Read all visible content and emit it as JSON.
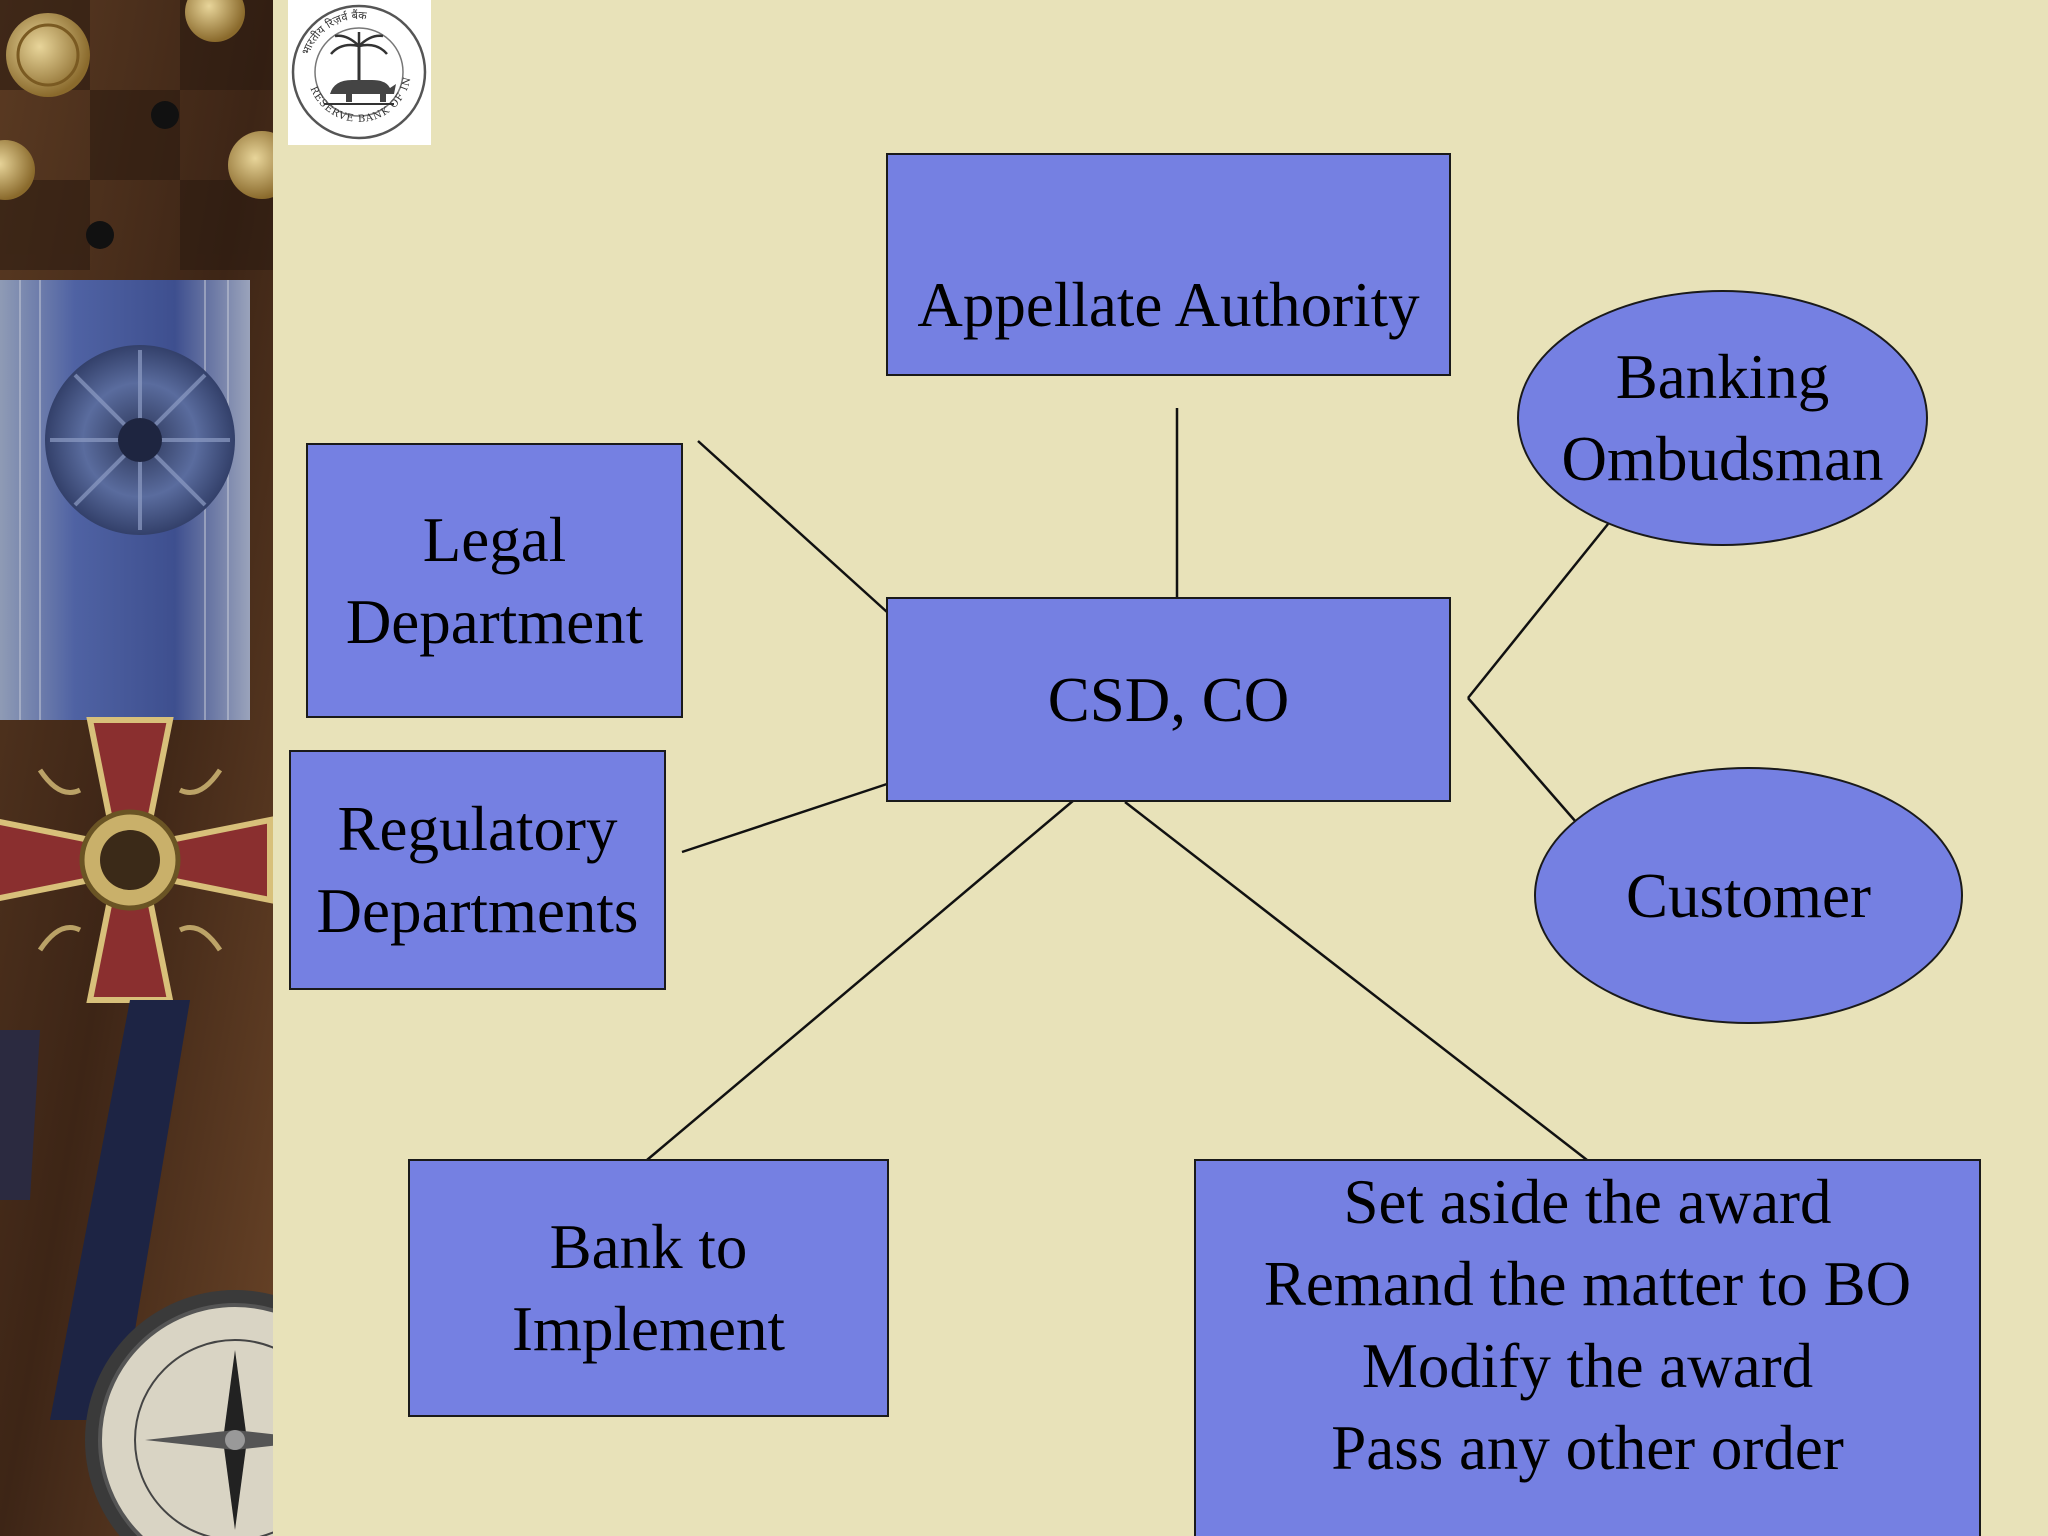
{
  "logo": {
    "name": "Reserve Bank of India emblem",
    "text_top": "भारतीय रिज़र्व बैंक",
    "text_bottom": "RESERVE BANK OF INDIA"
  },
  "decoration": {
    "icons": [
      "medal-photo",
      "compass-photo",
      "coins-photo"
    ]
  },
  "colors": {
    "background": "#e8e2b9",
    "node_fill": "#7580e2",
    "node_border": "#1a1a1a",
    "connector": "#111111"
  },
  "diagram": {
    "appellate": [
      "Appellate Authority"
    ],
    "csd": [
      "CSD, CO"
    ],
    "legal": [
      "Legal",
      "Department"
    ],
    "regulatory": [
      "Regulatory",
      "Departments"
    ],
    "ombudsman": [
      "Banking",
      "Ombudsman"
    ],
    "customer": [
      "Customer"
    ],
    "bank": [
      "Bank to",
      "Implement"
    ],
    "actions": [
      "Set aside the award",
      "Remand the matter to BO",
      "Modify the award",
      "Pass any other order"
    ]
  }
}
